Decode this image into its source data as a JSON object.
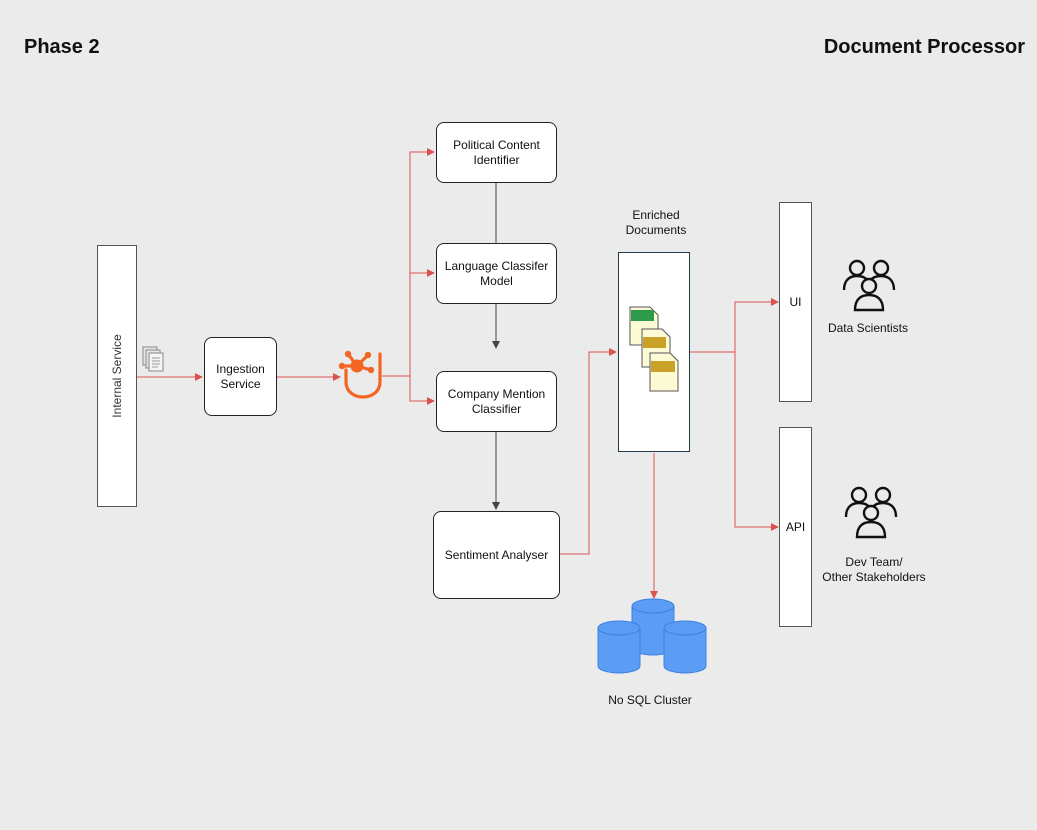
{
  "header": {
    "phase": "Phase 2",
    "title": "Document Processor"
  },
  "nodes": {
    "internal_service": "Internal Service",
    "ingestion": "Ingestion Service",
    "political": "Political Content Identifier",
    "language": "Language Classifer Model",
    "company": "Company Mention Classifier",
    "sentiment": "Sentiment Analyser",
    "enriched": "Enriched Documents",
    "ui": "UI",
    "api": "API",
    "nosql": "No SQL Cluster",
    "data_scientists": "Data Scientists",
    "dev_team_line1": "Dev Team/",
    "dev_team_line2": "Other Stakeholders"
  },
  "colors": {
    "flow": "#d9534f",
    "pipeline": "#444444",
    "kafka": "#f26522",
    "db": "#5b9cf4",
    "doc_green": "#2e9b4a",
    "doc_gold": "#c9a227"
  },
  "icons": [
    "documents-icon",
    "kafka-icon",
    "users-icon",
    "database-icon",
    "document-icon"
  ]
}
